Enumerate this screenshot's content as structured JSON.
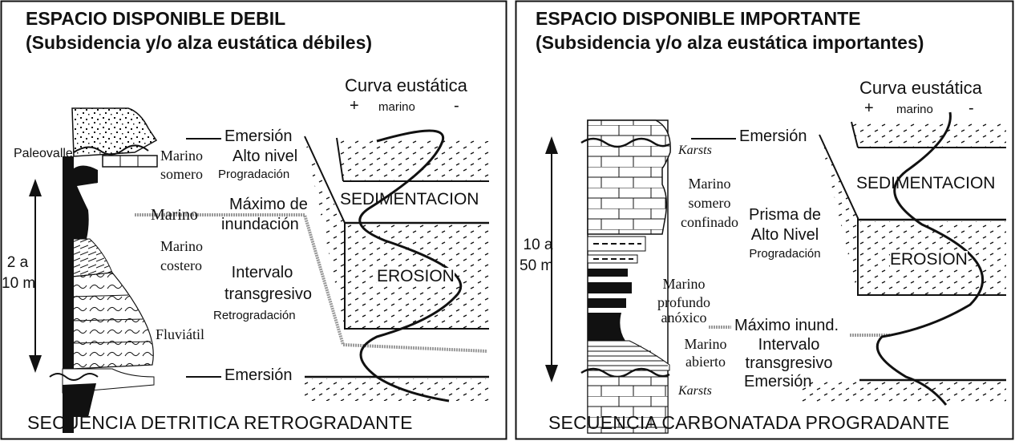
{
  "left": {
    "title_line1": "ESPACIO DISPONIBLE DEBIL",
    "title_line2": "(Subsidencia y/o alza eustática débiles)",
    "curve_title": "Curva eustática",
    "curve_plus": "+",
    "curve_marino": "marino",
    "curve_minus": "-",
    "paleovalle": "Paleovalle",
    "emersion_top": "Emersión",
    "emersion_bottom": "Emersión",
    "marino_somero_1": "Marino",
    "marino_somero_2": "somero",
    "alto_nivel": "Alto nivel",
    "progradacion": "Progradación",
    "marino": "Marino",
    "maximo_1": "Máximo de",
    "maximo_2": "inundación",
    "marino_costero_1": "Marino",
    "marino_costero_2": "costero",
    "intervalo_1": "Intervalo",
    "intervalo_2": "transgresivo",
    "retrogradacion": "Retrogradación",
    "fluviatil": "Fluviátil",
    "thickness_1": "2 a",
    "thickness_2": "10 m",
    "sedimentacion": "SEDIMENTACION",
    "erosion": "EROSION",
    "footer": "SECUENCIA DETRITICA RETROGRADANTE"
  },
  "right": {
    "title_line1": "ESPACIO DISPONIBLE IMPORTANTE",
    "title_line2": "(Subsidencia y/o alza eustática importantes)",
    "curve_title": "Curva eustática",
    "curve_plus": "+",
    "curve_marino": "marino",
    "curve_minus": "-",
    "karsts_top": "Karsts",
    "karsts_bottom": "Karsts",
    "emersion_top": "Emersión",
    "emersion_bottom": "Emersión",
    "marino_somero_1": "Marino",
    "marino_somero_2": "somero",
    "marino_somero_3": "confinado",
    "prisma_1": "Prisma de",
    "prisma_2": "Alto Nivel",
    "progradacion": "Progradación",
    "marino_profundo_1": "Marino",
    "marino_profundo_2": "profundo",
    "marino_profundo_3": "anóxico",
    "maximo": "Máximo inund.",
    "intervalo_1": "Intervalo",
    "intervalo_2": "transgresivo",
    "marino_abierto_1": "Marino",
    "marino_abierto_2": "abierto",
    "thickness_1": "10 a",
    "thickness_2": "50 m",
    "sedimentacion": "SEDIMENTACION",
    "erosion": "EROSION",
    "footer": "SECUENCIA CARBONATADA PROGRADANTE"
  }
}
